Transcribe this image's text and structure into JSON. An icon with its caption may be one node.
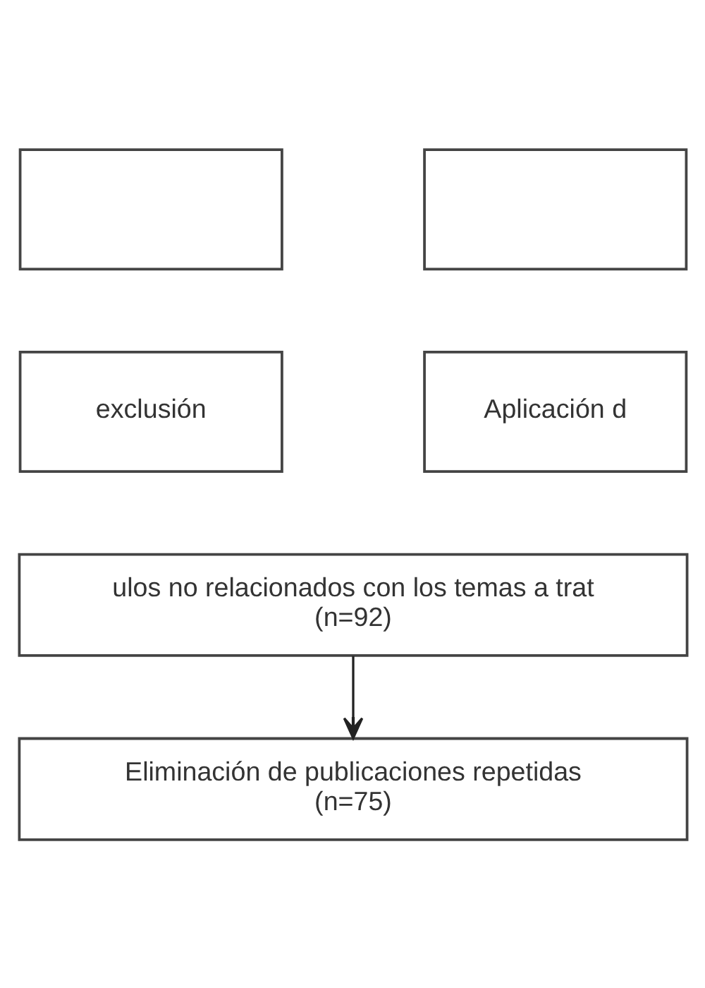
{
  "diagram": {
    "nodes": [
      {
        "text": [],
        "shape": "box"
      },
      {
        "text": [],
        "shape": "box"
      },
      {
        "text": [
          "exclusión"
        ]
      },
      {
        "text": [
          "Aplicación d"
        ]
      },
      {
        "text": [
          "ulos no relacionados con los temas a trat",
          "(n=92)"
        ]
      },
      {
        "text": [
          "Eliminación de publicaciones repetidas",
          "(n=75)"
        ]
      }
    ],
    "edges": [
      {
        "from": 4,
        "to": 5,
        "arrow": "to"
      }
    ]
  }
}
